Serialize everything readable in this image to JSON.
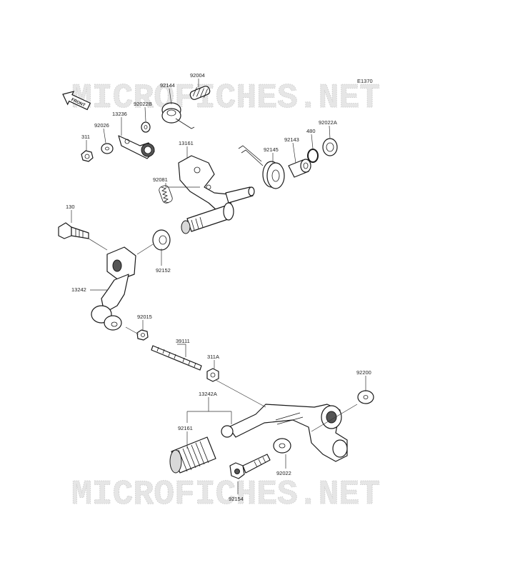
{
  "diagram": {
    "code": "E1370",
    "front_label": "FRONT",
    "watermark": "MICROFICHES.NET",
    "parts": [
      {
        "id": "92004",
        "label": "92004"
      },
      {
        "id": "92144",
        "label": "92144"
      },
      {
        "id": "92022B",
        "label": "92022B"
      },
      {
        "id": "13236",
        "label": "13236"
      },
      {
        "id": "92026",
        "label": "92026"
      },
      {
        "id": "311",
        "label": "311"
      },
      {
        "id": "13161",
        "label": "13161"
      },
      {
        "id": "92081",
        "label": "92081"
      },
      {
        "id": "92145",
        "label": "92145"
      },
      {
        "id": "92143",
        "label": "92143"
      },
      {
        "id": "480",
        "label": "480"
      },
      {
        "id": "92022A",
        "label": "92022A"
      },
      {
        "id": "130",
        "label": "130"
      },
      {
        "id": "92152",
        "label": "92152"
      },
      {
        "id": "13242",
        "label": "13242"
      },
      {
        "id": "92015",
        "label": "92015"
      },
      {
        "id": "39111",
        "label": "39111"
      },
      {
        "id": "311A",
        "label": "311A"
      },
      {
        "id": "92200",
        "label": "92200"
      },
      {
        "id": "13242A",
        "label": "13242A"
      },
      {
        "id": "92161",
        "label": "92161"
      },
      {
        "id": "92022",
        "label": "92022"
      },
      {
        "id": "92154",
        "label": "92154"
      }
    ]
  }
}
